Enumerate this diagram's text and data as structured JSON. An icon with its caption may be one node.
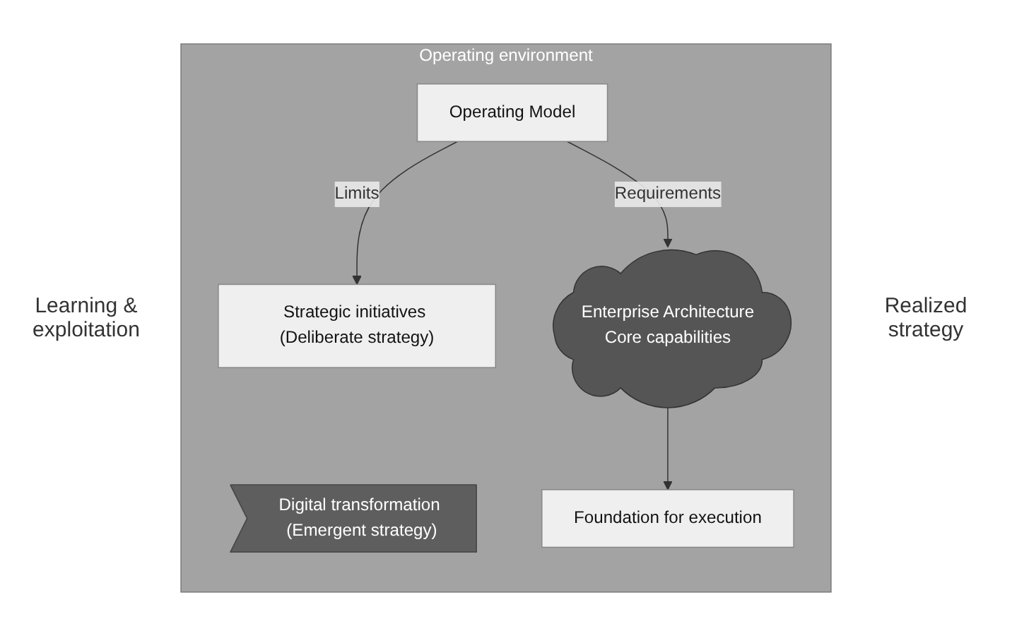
{
  "diagram": {
    "nodes": [
      {
        "text": [
          "Operating environment"
        ]
      },
      {
        "text": [
          "Digital transformation (Emergent strategy)"
        ],
        "in": 0
      },
      {
        "text": [
          "Strategic initiatives (Deliberate strategy)"
        ],
        "in": 0
      },
      {
        "text": [
          "Operating Model"
        ],
        "in": 0
      },
      {
        "text": [
          "Enterprise Architecture",
          "Core capabilities"
        ],
        "in": 0
      },
      {
        "text": [
          "Foundation for execution"
        ],
        "in": 0
      }
    ],
    "edges": [
      {
        "from": 3,
        "to": 2,
        "arrow": "to",
        "label": "Limits"
      },
      {
        "from": 3,
        "to": 4,
        "arrow": "to",
        "label": "Requirements"
      },
      {
        "from": 4,
        "to": 5,
        "arrow": "to"
      }
    ],
    "labels": [
      "Learning & exploitation",
      "Realized strategy"
    ]
  }
}
